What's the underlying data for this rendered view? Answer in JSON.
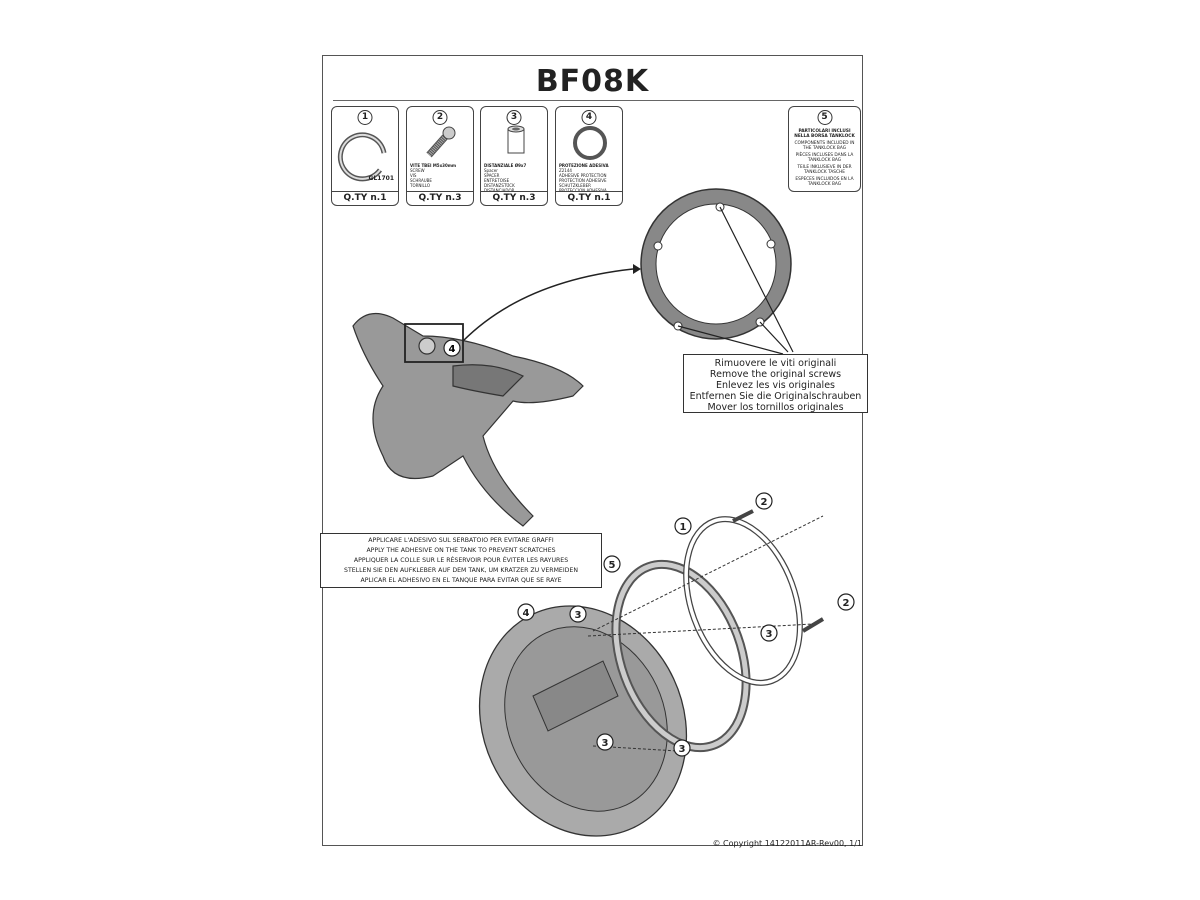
{
  "title": "BF08K",
  "parts": [
    {
      "num": "1",
      "code": "GL1701",
      "qty": "Q.TY n.1"
    },
    {
      "num": "2",
      "desc_title": "VITE TBEI M5x30mm",
      "desc": [
        "SCREW",
        "VIS",
        "SCHRAUBE",
        "TORNILLO"
      ],
      "qty": "Q.TY n.3"
    },
    {
      "num": "3",
      "desc_title": "DISTANZIALE Ø9x7",
      "desc": [
        "Spacer",
        "SPACER",
        "ENTRETOISE",
        "DISTANZSTÜCK",
        "DISTANCIADOR"
      ],
      "qty": "Q.TY n.3"
    },
    {
      "num": "4",
      "desc_title": "PROTEZIONE ADESIVA",
      "desc": [
        "Z2144",
        "ADHESIVE PROTECTION",
        "PROTECTION ADHESIVE",
        "SCHUTZKLEBER",
        "PROTECCION ADHESIVA"
      ],
      "qty": "Q.TY n.1"
    },
    {
      "num": "5",
      "lines": [
        "PARTICOLARI INCLUSI NELLA BORSA TANKLOCK",
        "COMPONENTS INCLUDED IN THE TANKLOCK BAG",
        "PIÈCES INCLUSES DANS LA TANKLOCK BAG",
        "TEILE INKLUSIEVE IN DER TANKLOCK TASCHE",
        "ESPECES INCLUIDOS EN LA TANKLOCK BAG"
      ]
    }
  ],
  "note_screws": [
    "Rimuovere le viti originali",
    "Remove the original screws",
    "Enlevez  les vis originales",
    "Entfernen Sie die Originalschrauben",
    "Mover los tornillos originales"
  ],
  "note_adhesive": [
    "APPLICARE L'ADESIVO SUL SERBATOIO PER EVITARE GRAFFI",
    "APPLY THE ADHESIVE ON THE TANK TO PREVENT SCRATCHES",
    "APPLIQUER LA COLLE SUR LE RÉSERVOIR POUR ÉVITER LES RAYURES",
    "STELLEN SIE DEN AUFKLEBER AUF DEM TANK, UM KRATZER ZU VERMEIDEN",
    "APLICAR EL ADHESIVO EN EL TANQUE PARA EVITAR QUE SE RAYE"
  ],
  "callouts": {
    "c1": "1",
    "c2": "2",
    "c3": "3",
    "c4": "4",
    "c5": "5"
  },
  "copyright": "© Copyright 14122011AR-Rev00, 1/1"
}
